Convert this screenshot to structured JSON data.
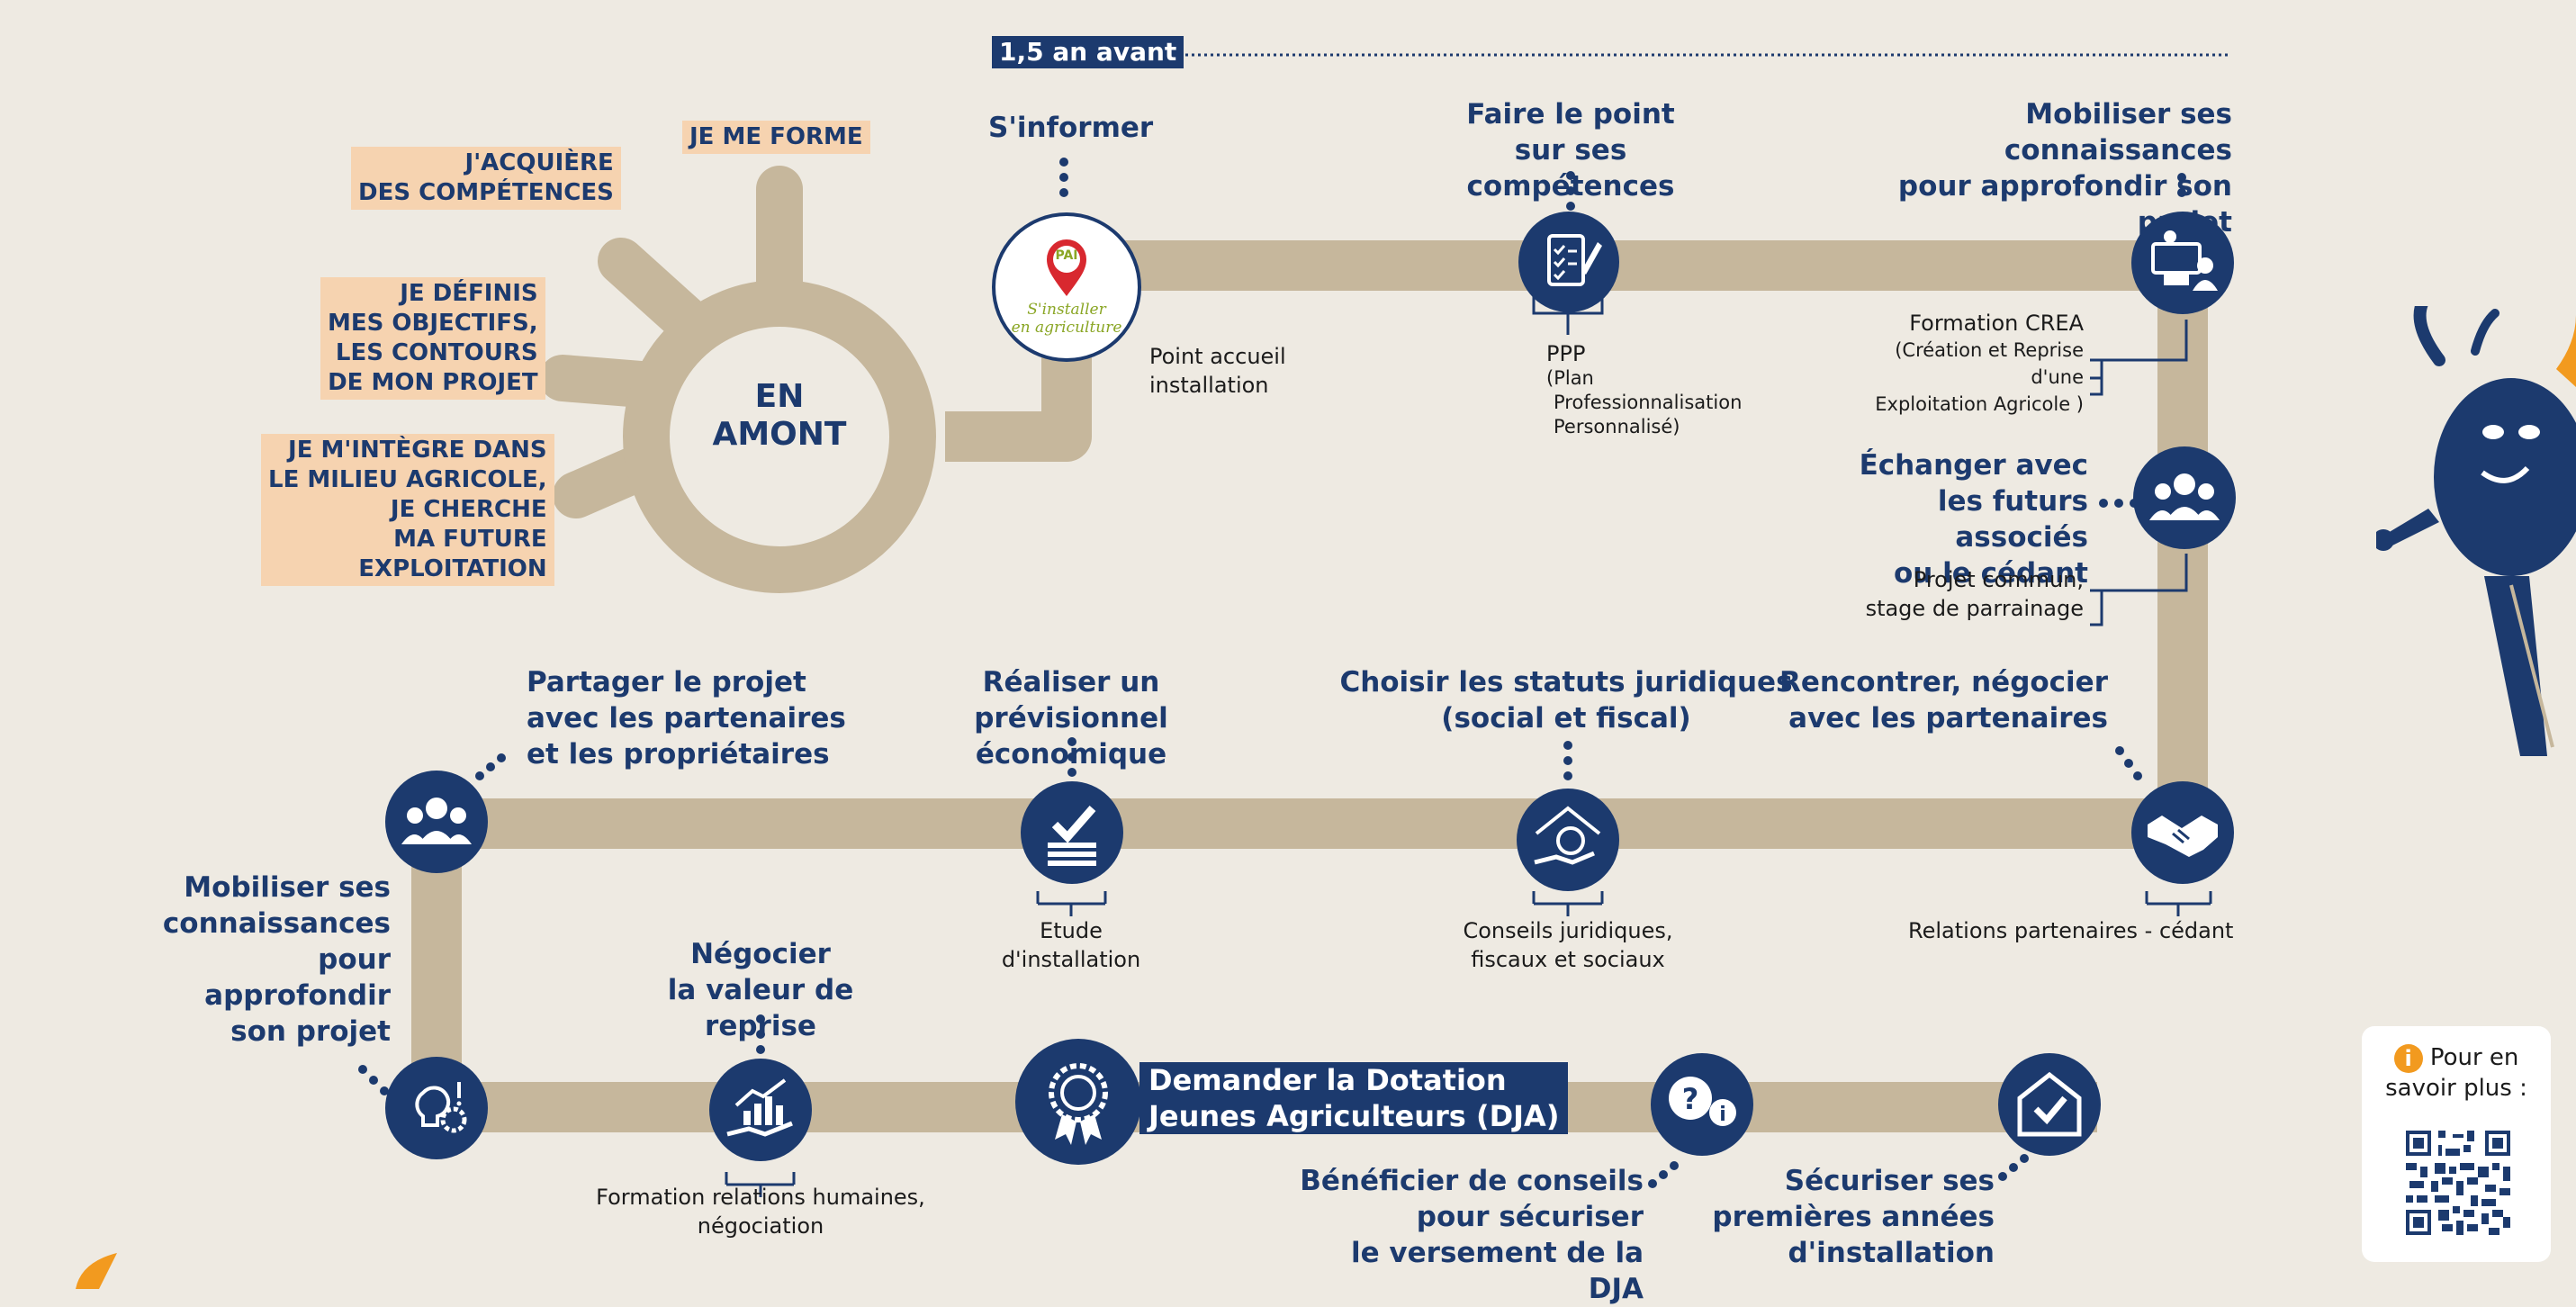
{
  "timeline": {
    "label": "1,5 an avant"
  },
  "amont": {
    "center_line1": "EN",
    "center_line2": "AMONT",
    "tags": [
      [
        "JE ME FORME"
      ],
      [
        "J'ACQUIÈRE",
        "DES COMPÉTENCES"
      ],
      [
        "JE DÉFINIS",
        "MES OBJECTIFS,",
        "LES CONTOURS",
        "DE MON PROJET"
      ],
      [
        "JE M'INTÈGRE DANS",
        "LE MILIEU AGRICOLE,",
        "JE CHERCHE",
        "MA FUTURE",
        "EXPLOITATION"
      ]
    ]
  },
  "steps": {
    "informer": {
      "title": "S'informer",
      "caption": [
        "Point accueil",
        "installation"
      ],
      "logo_text": "PAI",
      "logo_sub": [
        "S'installer",
        "en agriculture"
      ]
    },
    "competences": {
      "title": [
        "Faire le point",
        "sur ses compétences"
      ],
      "caption": [
        "PPP",
        "(Plan",
        "Professionnalisation",
        "Personnalisé)"
      ]
    },
    "mobiliser1": {
      "title": [
        "Mobiliser ses connaissances",
        "pour approfondir son projet"
      ],
      "caption": [
        "Formation CREA",
        "(Création et Reprise d'une",
        "Exploitation Agricole )"
      ]
    },
    "echanger": {
      "title": [
        "Échanger avec",
        "les futurs associés",
        "ou le cédant"
      ],
      "caption": [
        "Projet commun,",
        "stage de parrainage"
      ]
    },
    "rencontrer": {
      "title": [
        "Rencontrer, négocier",
        "avec les partenaires"
      ],
      "caption": [
        "Relations partenaires - cédant"
      ]
    },
    "statuts": {
      "title": [
        "Choisir les statuts juridiques",
        "(social et fiscal)"
      ],
      "caption": [
        "Conseils juridiques,",
        "fiscaux et sociaux"
      ]
    },
    "previsionnel": {
      "title": [
        "Réaliser un prévisionnel",
        "économique"
      ],
      "caption": [
        "Etude",
        "d'installation"
      ]
    },
    "partager": {
      "title": [
        "Partager le projet",
        "avec les partenaires",
        "et les propriétaires"
      ]
    },
    "mobiliser2": {
      "title": [
        "Mobiliser ses",
        "connaissances",
        "pour",
        "approfondir",
        "son projet"
      ]
    },
    "negocier": {
      "title": [
        "Négocier",
        "la valeur de reprise"
      ],
      "caption": [
        "Formation relations humaines,",
        "négociation"
      ]
    },
    "dja": {
      "title": [
        "Demander la Dotation",
        "Jeunes Agriculteurs (DJA)"
      ]
    },
    "conseils_dja": {
      "title": [
        "Bénéficier de conseils",
        "pour sécuriser",
        "le versement de la DJA"
      ]
    },
    "securiser": {
      "title": [
        "Sécuriser ses",
        "premières années",
        "d'installation"
      ]
    }
  },
  "info_card": {
    "line1": "Pour en",
    "line2": "savoir plus :",
    "icon_glyph": "i"
  },
  "icons": [
    "info-icon",
    "handshake-icon",
    "checklist-icon",
    "group-icon",
    "presenter-icon",
    "euro-house-icon",
    "check-stack-icon",
    "lightbulb-gear-icon",
    "growth-hand-icon",
    "medal-icon",
    "question-info-icon",
    "house-check-icon",
    "map-pin-icon",
    "qr-code-icon",
    "mascot"
  ],
  "colors": {
    "navy": "#1c3a6e",
    "path": "#c6b79c",
    "tag": "#f6d3b0",
    "background": "#eeeae2",
    "orange": "#f29a1f",
    "pin_red": "#d8282f",
    "logo_green": "#8aa625"
  }
}
